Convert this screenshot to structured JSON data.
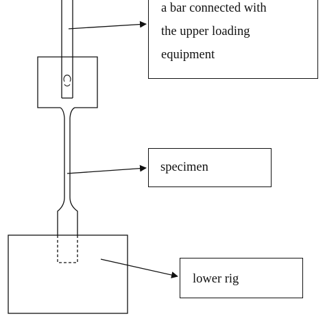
{
  "labels": {
    "bar": {
      "lines": [
        "a bar connected with",
        "the upper loading",
        "equipment"
      ]
    },
    "specimen": "specimen",
    "lower_rig": "lower rig"
  },
  "colors": {
    "stroke": "#111111",
    "background": "#ffffff"
  }
}
